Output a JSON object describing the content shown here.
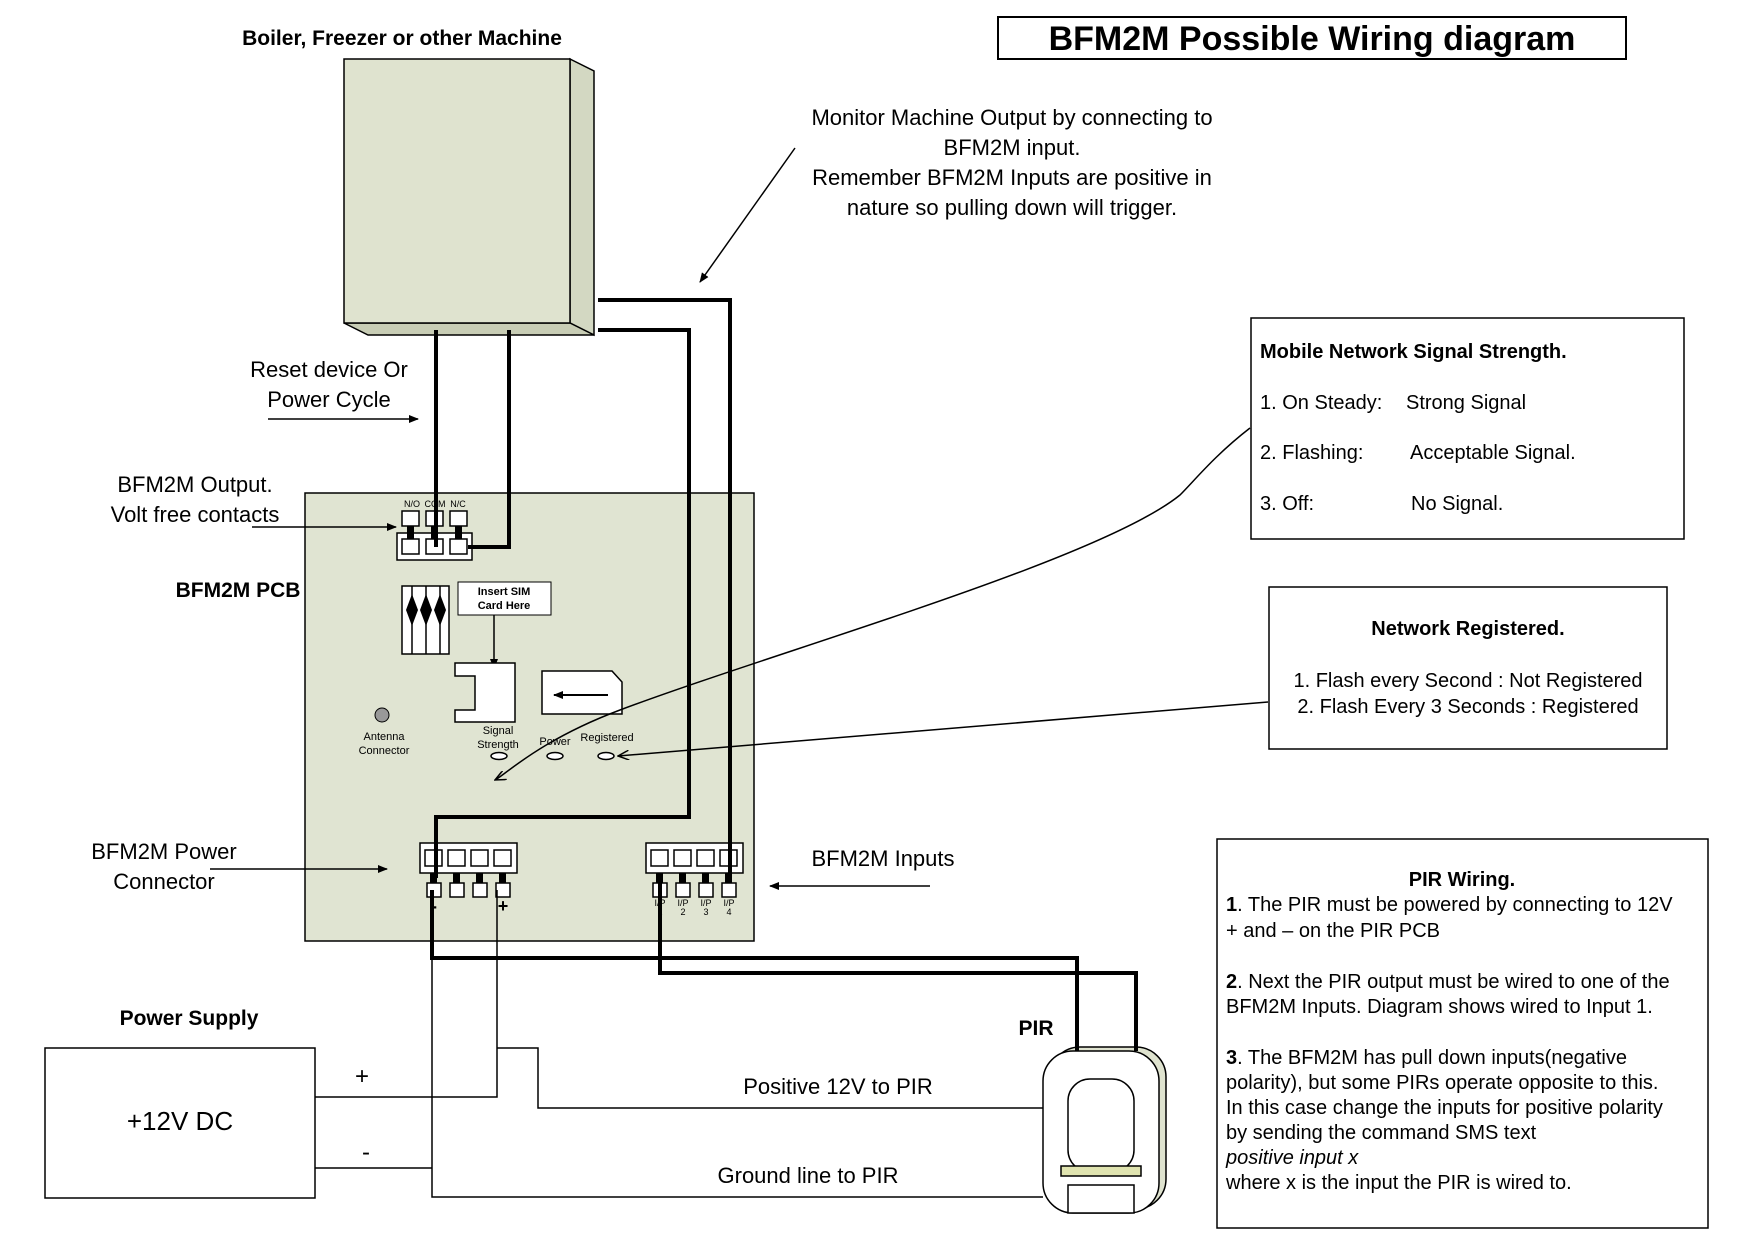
{
  "title": "BFM2M Possible Wiring diagram",
  "machine": {
    "label": "Boiler, Freezer or other Machine"
  },
  "monitor_note": [
    "Monitor Machine Output by connecting to",
    "BFM2M input.",
    "Remember BFM2M Inputs are positive in",
    "nature so pulling down will trigger."
  ],
  "reset_note": [
    "Reset device Or",
    "Power Cycle"
  ],
  "output_note": [
    "BFM2M Output.",
    "Volt free contacts"
  ],
  "relay_pins": {
    "no": "N/O",
    "com": "COM",
    "nc": "N/C"
  },
  "pcb": {
    "label": "BFM2M PCB",
    "sim_label": [
      "Insert SIM",
      "Card Here"
    ],
    "antenna": [
      "Antenna",
      "Connector"
    ],
    "signal": [
      "Signal",
      "Strength"
    ],
    "power_led": "Power",
    "registered_led": "Registered"
  },
  "power_connector_note": [
    "BFM2M Power",
    "Connector"
  ],
  "inputs_note": "BFM2M Inputs",
  "power_polarity": {
    "minus": "-",
    "plus": "+"
  },
  "input_pins": [
    {
      "a": "I/P",
      "b": "1"
    },
    {
      "a": "I/P",
      "b": "2"
    },
    {
      "a": "I/P",
      "b": "3"
    },
    {
      "a": "I/P",
      "b": "4"
    }
  ],
  "signal_box": {
    "title": "Mobile Network Signal Strength.",
    "rows": [
      {
        "key": "1. On Steady:",
        "value": "Strong Signal"
      },
      {
        "key": "2. Flashing:",
        "value": "Acceptable Signal."
      },
      {
        "key": "3. Off:",
        "value": "No Signal."
      }
    ]
  },
  "network_box": {
    "title": "Network Registered.",
    "rows": [
      "1. Flash every Second : Not Registered",
      "2. Flash Every 3 Seconds :  Registered"
    ]
  },
  "pir_box": {
    "title": "PIR Wiring.",
    "p1_num": "1",
    "p1": [
      ". The PIR must be powered by connecting to 12V",
      "+ and – on the PIR PCB"
    ],
    "p2_num": "2",
    "p2": [
      ". Next the PIR output must be wired to one of the",
      "BFM2M Inputs. Diagram shows wired to Input 1."
    ],
    "p3_num": "3",
    "p3": [
      ". The BFM2M has pull down inputs(negative",
      "polarity), but some PIRs operate opposite to this.",
      "In this case change the inputs for positive polarity",
      "by sending the command SMS text"
    ],
    "p3_cmd": "positive input x",
    "p3_end": "where x is the input the PIR is wired to."
  },
  "power_supply": {
    "label": "Power Supply",
    "value": "+12V DC",
    "plus": "+",
    "minus": "-"
  },
  "pir": {
    "label": "PIR"
  },
  "wire_labels": {
    "positive": "Positive 12V to PIR",
    "ground": "Ground line to PIR"
  },
  "colors": {
    "pcb_fill": "#e0e4d2",
    "machine_fill": "#dfe3cf",
    "machine_side": "#d3d8c2"
  }
}
